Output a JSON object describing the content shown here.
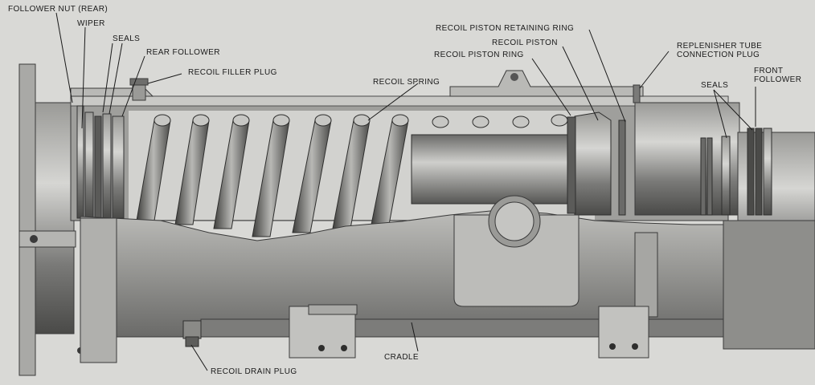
{
  "labels": {
    "follower_nut_rear": "FOLLOWER NUT (REAR)",
    "wiper": "WIPER",
    "seals_left": "SEALS",
    "rear_follower": "REAR FOLLOWER",
    "recoil_filler_plug": "RECOIL FILLER PLUG",
    "recoil_spring": "RECOIL SPRING",
    "recoil_piston_retaining_ring": "RECOIL PISTON RETAINING RING",
    "recoil_piston": "RECOIL PISTON",
    "recoil_piston_ring": "RECOIL PISTON RING",
    "replenisher_tube_line1": "REPLENISHER TUBE",
    "replenisher_tube_line2": "CONNECTION PLUG",
    "seals_right": "SEALS",
    "front_follower_line1": "FRONT",
    "front_follower_line2": "FOLLOWER",
    "cradle": "CRADLE",
    "recoil_drain_plug": "RECOIL DRAIN PLUG"
  },
  "colors": {
    "background": "#d9d9d6",
    "metal_dark": "#3a3a3a",
    "metal_mid": "#8c8c8a",
    "metal_light": "#c4c4c1",
    "leader": "#1a1a1a"
  }
}
